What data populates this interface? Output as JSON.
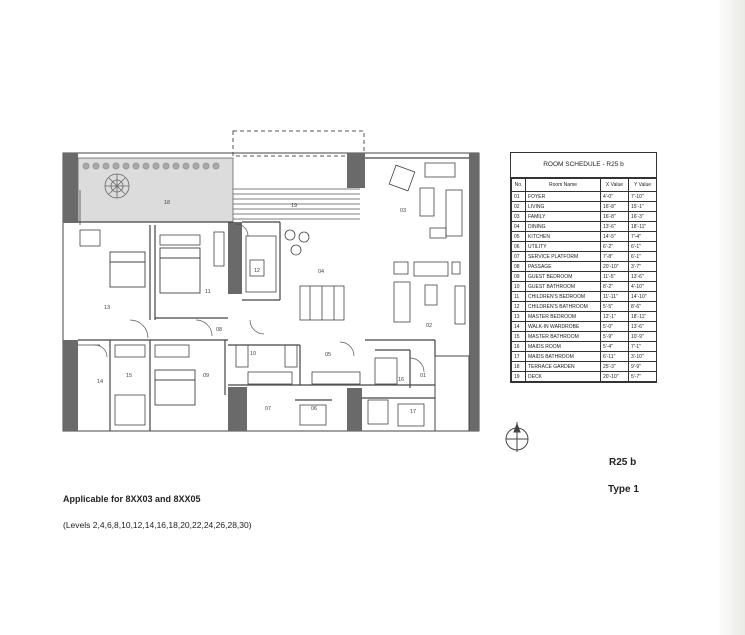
{
  "room_schedule": {
    "title": "ROOM SCHEDULE - R25 b",
    "headers": [
      "No.",
      "Room Name",
      "X Value",
      "Y Value"
    ],
    "rows": [
      [
        "01",
        "FOYER",
        "4'-0\"",
        "7'-10\""
      ],
      [
        "02",
        "LIVING",
        "16'-8\"",
        "15'-1\""
      ],
      [
        "03",
        "FAMILY",
        "16'-8\"",
        "16'-3\""
      ],
      [
        "04",
        "DINING",
        "13'-6\"",
        "18'-11\""
      ],
      [
        "05",
        "KITCHEN",
        "14'-5\"",
        "7'-4\""
      ],
      [
        "06",
        "UTILITY",
        "6'-2\"",
        "6'-1\""
      ],
      [
        "07",
        "SERVICE PLATFORM",
        "7'-8\"",
        "6'-1\""
      ],
      [
        "08",
        "PASSAGE",
        "20'-10\"",
        "3'-7\""
      ],
      [
        "09",
        "GUEST BEDROOM",
        "11'-5\"",
        "13'-6\""
      ],
      [
        "10",
        "GUEST BATHROOM",
        "8'-2\"",
        "4'-10\""
      ],
      [
        "11",
        "CHILDREN'S BEDROOM",
        "11'-11\"",
        "14'-10\""
      ],
      [
        "12",
        "CHILDREN'S BATHROOM",
        "5'-5\"",
        "8'-6\""
      ],
      [
        "13",
        "MASTER BEDROOM",
        "12'-1\"",
        "18'-11\""
      ],
      [
        "14",
        "WALK-IN WARDROBE",
        "5'-0\"",
        "13'-6\""
      ],
      [
        "15",
        "MASTER BATHROOM",
        "5'-9\"",
        "10'-9\""
      ],
      [
        "16",
        "MAIDS ROOM",
        "5'-4\"",
        "7'-1\""
      ],
      [
        "17",
        "MAIDS BATHROOM",
        "6'-11\"",
        "3'-10\""
      ],
      [
        "18",
        "TERRACE GARDEN",
        "25'-3\"",
        "9'-9\""
      ],
      [
        "19",
        "DECK",
        "20'-10\"",
        "5'-7\""
      ]
    ]
  },
  "plan_code": "R25 b",
  "plan_type": "Type 1",
  "applicable": "Applicable for 8XX03 and 8XX05",
  "levels": "(Levels 2,4,6,8,10,12,14,16,18,20,22,24,26,28,30)",
  "room_labels": [
    {
      "id": "r19",
      "text": "19"
    },
    {
      "id": "r18",
      "text": "18"
    },
    {
      "id": "r03",
      "text": "03"
    },
    {
      "id": "r04",
      "text": "04"
    },
    {
      "id": "r12",
      "text": "12"
    },
    {
      "id": "r11",
      "text": "11"
    },
    {
      "id": "r13",
      "text": "13"
    },
    {
      "id": "r08",
      "text": "08"
    },
    {
      "id": "r02",
      "text": "02"
    },
    {
      "id": "r10",
      "text": "10"
    },
    {
      "id": "r15",
      "text": "15"
    },
    {
      "id": "r09",
      "text": "09"
    },
    {
      "id": "r14",
      "text": "14"
    },
    {
      "id": "r05",
      "text": "05"
    },
    {
      "id": "r07",
      "text": "07"
    },
    {
      "id": "r06",
      "text": "06"
    },
    {
      "id": "r16",
      "text": "16"
    },
    {
      "id": "r17",
      "text": "17"
    },
    {
      "id": "r01",
      "text": "01"
    }
  ]
}
